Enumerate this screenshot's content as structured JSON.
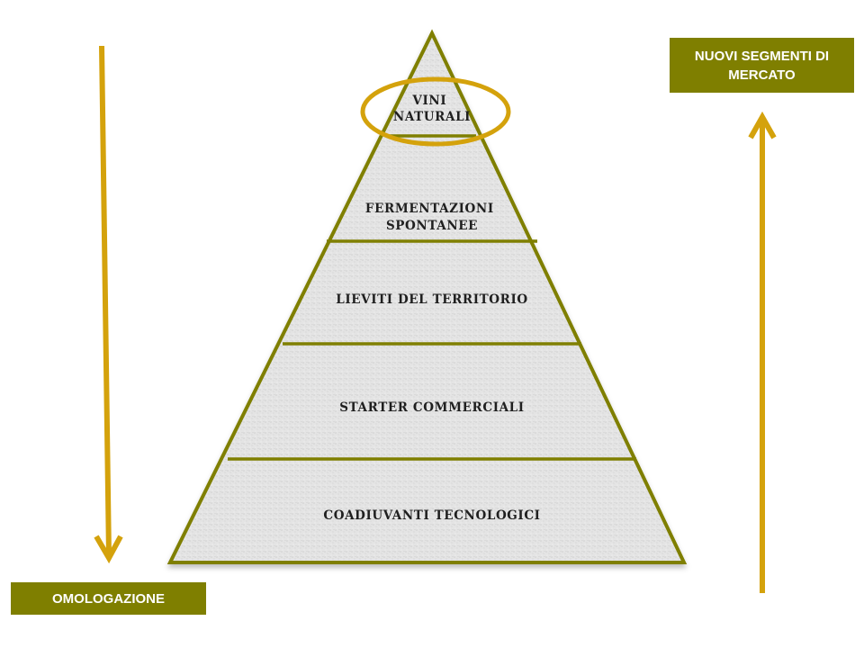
{
  "colors": {
    "olive": "#7f7f00",
    "gold": "#d4a20c",
    "pyramid_fill": "#e6e6e6"
  },
  "pyramid": {
    "tiers": [
      {
        "lines": [
          "VINI",
          "NATURALI"
        ],
        "highlighted": true
      },
      {
        "lines": [
          "FERMENTAZIONI",
          "SPONTANEE"
        ]
      },
      {
        "lines": [
          "LIEVITI DEL TERRITORIO"
        ]
      },
      {
        "lines": [
          "STARTER COMMERCIALI"
        ]
      },
      {
        "lines": [
          "COADIUVANTI TECNOLOGICI"
        ]
      }
    ]
  },
  "labels": {
    "top_right": "NUOVI SEGMENTI DI MERCATO",
    "bottom_left": "OMOLOGAZIONE"
  },
  "arrows": {
    "left": {
      "direction": "down",
      "icon": "arrow-down-icon"
    },
    "right": {
      "direction": "up",
      "icon": "arrow-up-icon"
    }
  }
}
